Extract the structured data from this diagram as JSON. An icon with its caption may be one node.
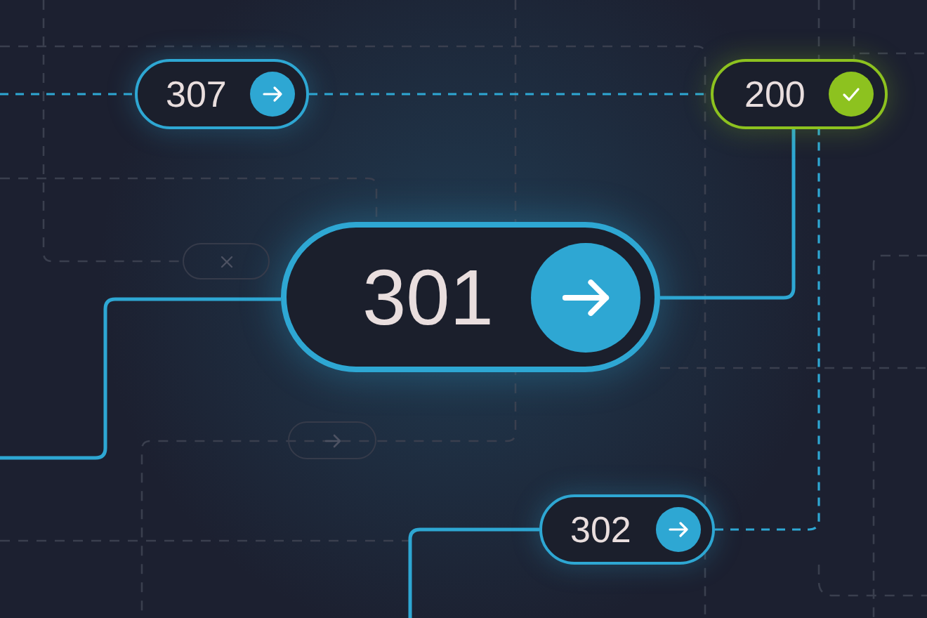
{
  "diagram": {
    "nodes": [
      {
        "text": [
          "307"
        ]
      },
      {
        "text": [
          "200"
        ]
      },
      {
        "text": [
          "301"
        ]
      },
      {
        "text": [],
        "shape": "box"
      },
      {
        "text": [],
        "shape": "box"
      },
      {
        "text": [
          "302"
        ]
      }
    ],
    "edges": [
      {
        "from": null,
        "to": 0,
        "arrow": "none",
        "style": "dashed"
      },
      {
        "from": 0,
        "to": 1,
        "arrow": "none",
        "style": "dashed"
      },
      {
        "from": 2,
        "to": 1,
        "arrow": "none"
      },
      {
        "from": null,
        "to": 2,
        "arrow": "none"
      },
      {
        "from": 5,
        "to": 1,
        "arrow": "none",
        "style": "dashed"
      },
      {
        "from": null,
        "to": 5,
        "arrow": "none"
      }
    ]
  }
}
